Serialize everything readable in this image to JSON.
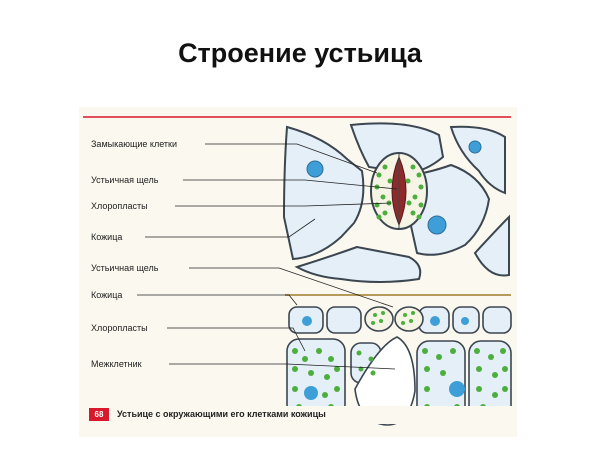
{
  "slide": {
    "title": "Строение устьица"
  },
  "top_view": {
    "labels": {
      "guard_cells": "Замыкающие клетки",
      "stomatal_slit": "Устьичная щель",
      "chloroplasts": "Хлоропласты",
      "epidermis": "Кожица"
    }
  },
  "cross_section": {
    "labels": {
      "stomatal_slit": "Устьичная щель",
      "epidermis": "Кожица",
      "chloroplasts": "Хлоропласты",
      "intercellular_space": "Межклетник"
    }
  },
  "figure": {
    "page_number": "68",
    "caption": "Устьице с окружающими его клетками кожицы"
  },
  "colors": {
    "accent_red": "#d8192c",
    "cell_wall": "#3c4650",
    "cell_fill": "#e4eff8",
    "nucleus": "#3e9fd8",
    "chloroplast": "#4cae3c"
  }
}
